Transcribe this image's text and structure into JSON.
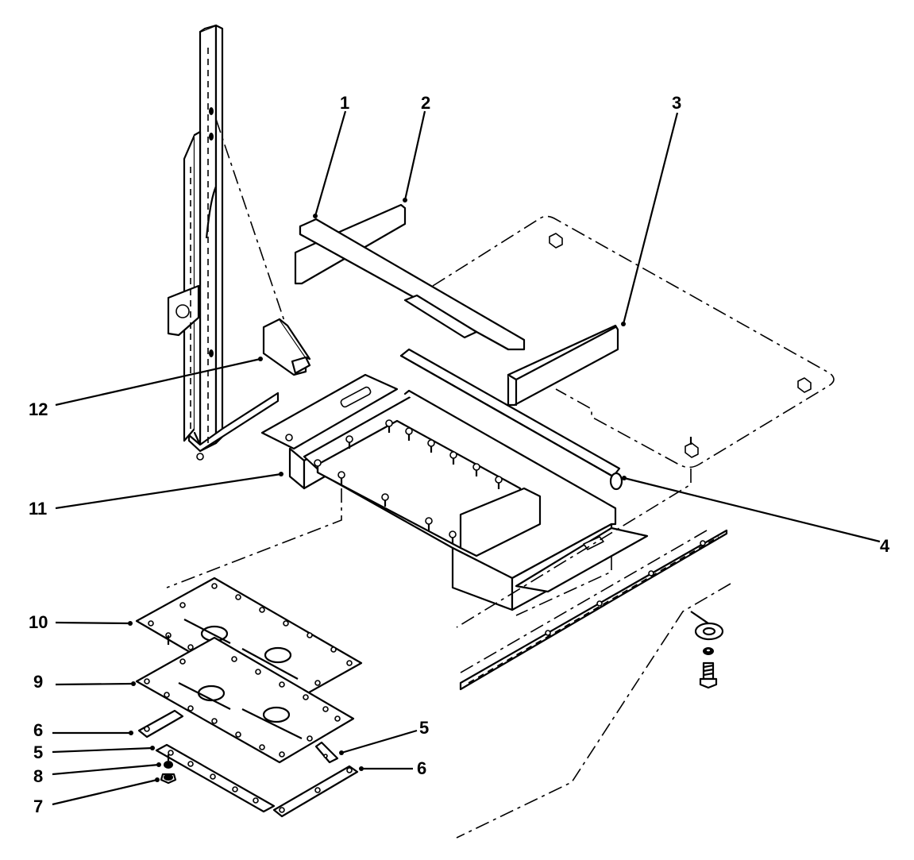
{
  "callouts": [
    {
      "id": "1",
      "label": "1"
    },
    {
      "id": "2",
      "label": "2"
    },
    {
      "id": "3",
      "label": "3"
    },
    {
      "id": "4",
      "label": "4"
    },
    {
      "id": "5a",
      "label": "5"
    },
    {
      "id": "5b",
      "label": "5"
    },
    {
      "id": "6a",
      "label": "6"
    },
    {
      "id": "6b",
      "label": "6"
    },
    {
      "id": "7",
      "label": "7"
    },
    {
      "id": "8",
      "label": "8"
    },
    {
      "id": "9",
      "label": "9"
    },
    {
      "id": "10",
      "label": "10"
    },
    {
      "id": "11",
      "label": "11"
    },
    {
      "id": "12",
      "label": "12"
    }
  ]
}
